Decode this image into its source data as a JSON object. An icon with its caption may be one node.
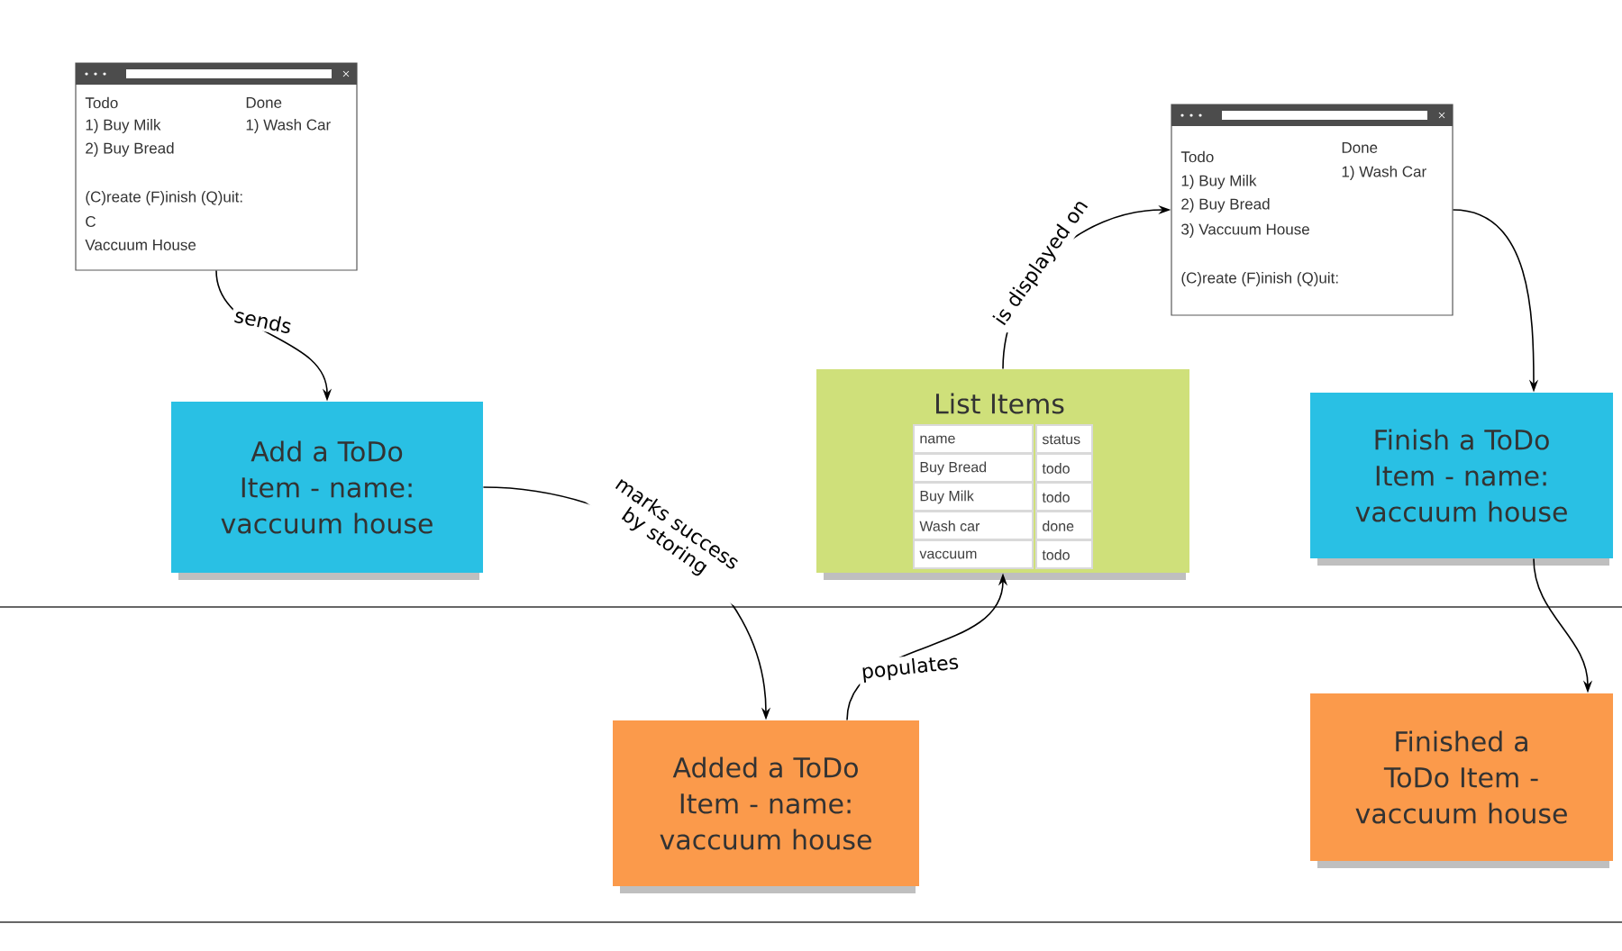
{
  "diagram": {
    "nodes": [
      {
        "text": [
          "Todo",
          "Done",
          "1) Buy Milk",
          "1) Wash Car",
          "2) Buy Bread",
          "(C)reate (F)inish (Q)uit:",
          "C",
          "Vaccuum House"
        ]
      },
      {
        "text": [
          "Add a ToDo Item - name: vaccuum house"
        ]
      },
      {
        "text": [
          "List Items",
          "name",
          "status",
          "Buy Bread",
          "todo",
          "Buy Milk",
          "todo",
          "Wash car",
          "done",
          "vaccuum",
          "todo"
        ]
      },
      {
        "text": [
          "Todo",
          "Done",
          "1) Buy Milk",
          "1) Wash Car",
          "2) Buy Bread",
          "3) Vaccuum House",
          "(C)reate (F)inish (Q)uit:"
        ]
      },
      {
        "text": [
          "Finish a ToDo Item - name: vaccuum house"
        ]
      },
      {
        "text": [
          "Added a ToDo Item - name: vaccuum house"
        ]
      },
      {
        "text": [
          "Finished a ToDo Item - vaccuum house"
        ]
      }
    ],
    "edges": [
      {
        "from": 0,
        "to": 1,
        "arrow": "to",
        "label": "sends"
      },
      {
        "from": 1,
        "to": 5,
        "arrow": "to",
        "label": "marks success by storing"
      },
      {
        "from": 5,
        "to": 2,
        "arrow": "to",
        "label": "populates"
      },
      {
        "from": 2,
        "to": 3,
        "arrow": "to",
        "label": "is displayed on"
      },
      {
        "from": 3,
        "to": 4,
        "arrow": "to"
      },
      {
        "from": 4,
        "to": 6,
        "arrow": "to"
      }
    ]
  }
}
